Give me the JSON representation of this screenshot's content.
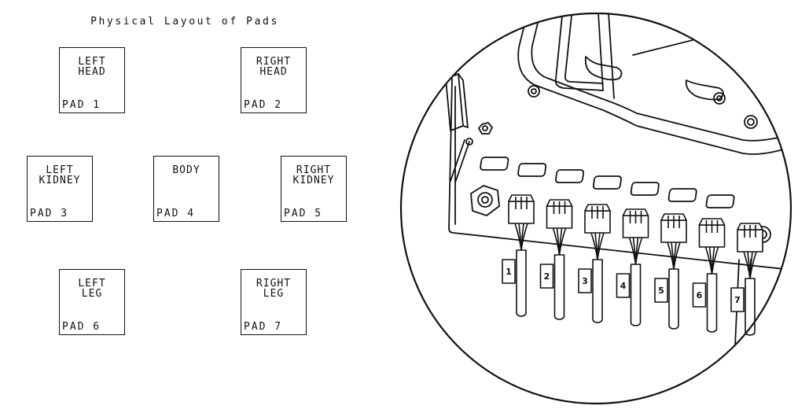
{
  "title": "Physical Layout of Pads",
  "pads": [
    {
      "name": "LEFT\nHEAD",
      "id": "PAD 1"
    },
    {
      "name": "RIGHT\nHEAD",
      "id": "PAD 2"
    },
    {
      "name": "LEFT\nKIDNEY",
      "id": "PAD 3"
    },
    {
      "name": "BODY",
      "id": "PAD 4"
    },
    {
      "name": "RIGHT\nKIDNEY",
      "id": "PAD 5"
    },
    {
      "name": "LEFT\nLEG",
      "id": "PAD 6"
    },
    {
      "name": "RIGHT\nLEG",
      "id": "PAD 7"
    }
  ],
  "connector_labels": [
    "1",
    "2",
    "3",
    "4",
    "5",
    "6",
    "7"
  ]
}
